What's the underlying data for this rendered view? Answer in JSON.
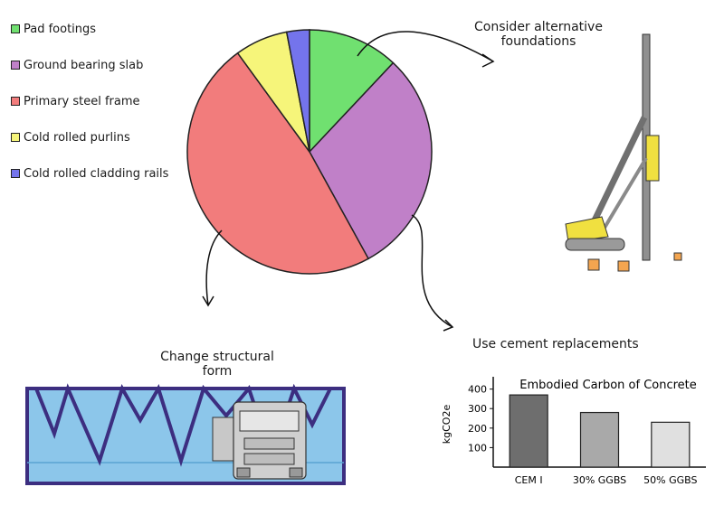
{
  "chart_data": [
    {
      "type": "pie",
      "slices": [
        {
          "label": "Pad footings",
          "value": 12,
          "color": "#70e070"
        },
        {
          "label": "Ground bearing slab",
          "value": 30,
          "color": "#c080c8"
        },
        {
          "label": "Primary steel frame",
          "value": 48,
          "color": "#f27c7c"
        },
        {
          "label": "Cold rolled purlins",
          "value": 7,
          "color": "#f6f57a"
        },
        {
          "label": "Cold rolled cladding rails",
          "value": 3,
          "color": "#7474ec"
        }
      ],
      "legend_position": "top-left"
    },
    {
      "type": "bar",
      "title": "Embodied Carbon of Concrete",
      "ylabel": "kgCO2e",
      "categories": [
        "CEM I",
        "30% GGBS",
        "50% GGBS"
      ],
      "values": [
        370,
        280,
        230
      ],
      "colors": [
        "#6e6e6e",
        "#a9a9a9",
        "#e0e0e0"
      ],
      "yticks": [
        100,
        200,
        300,
        400
      ],
      "ylim": [
        0,
        440
      ]
    }
  ],
  "annotations": {
    "foundations": [
      "Consider alternative",
      "foundations"
    ],
    "cement": "Use cement replacements",
    "structure": [
      "Change structural",
      "form"
    ]
  }
}
